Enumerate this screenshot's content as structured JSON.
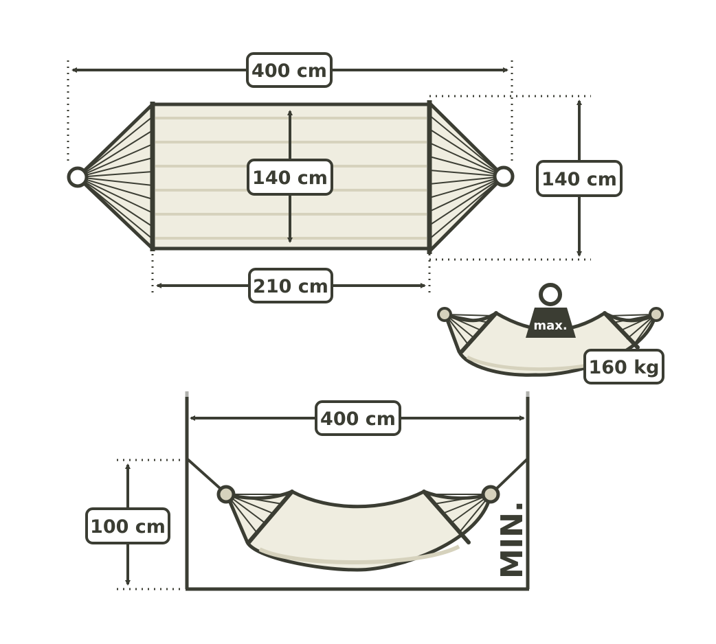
{
  "colors": {
    "outline": "#3b3d33",
    "fabric": "#efede0",
    "fabric_shade": "#d6d2bd",
    "background": "#ffffff",
    "dotted": "#3b3d33"
  },
  "top_view": {
    "total_length": "400 cm",
    "width": "140 cm",
    "bed_length": "210 cm",
    "side_width": "140 cm"
  },
  "load": {
    "weight_tag": "max.",
    "max_load": "160 kg"
  },
  "suspension": {
    "span": "400 cm",
    "height": "100 cm",
    "min_tag": "MIN."
  }
}
